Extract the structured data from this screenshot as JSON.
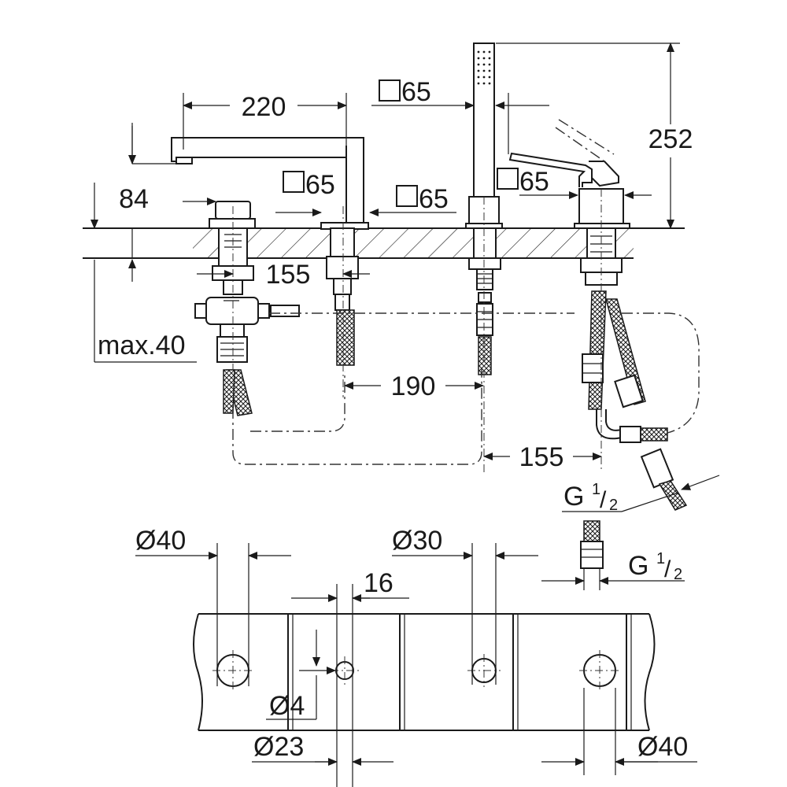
{
  "dimensions": {
    "spout_reach": "220",
    "total_height": "252",
    "square_top": "65",
    "square_spout": "65",
    "square_center": "65",
    "square_lever": "65",
    "base_height": "84",
    "deck_thickness": "max.40",
    "spacing_left": "155",
    "spacing_middle": "190",
    "spacing_right": "155",
    "thread_a": "G",
    "thread_b": "G",
    "thread_fraction_num": "1",
    "thread_fraction_den": "2"
  },
  "holes": {
    "d_left": "Ø40",
    "d_right": "Ø40",
    "d_center": "Ø30",
    "d_small": "Ø4",
    "d_body": "Ø23",
    "gap": "16"
  },
  "symbols": {
    "square": "□",
    "diameter": "Ø"
  }
}
